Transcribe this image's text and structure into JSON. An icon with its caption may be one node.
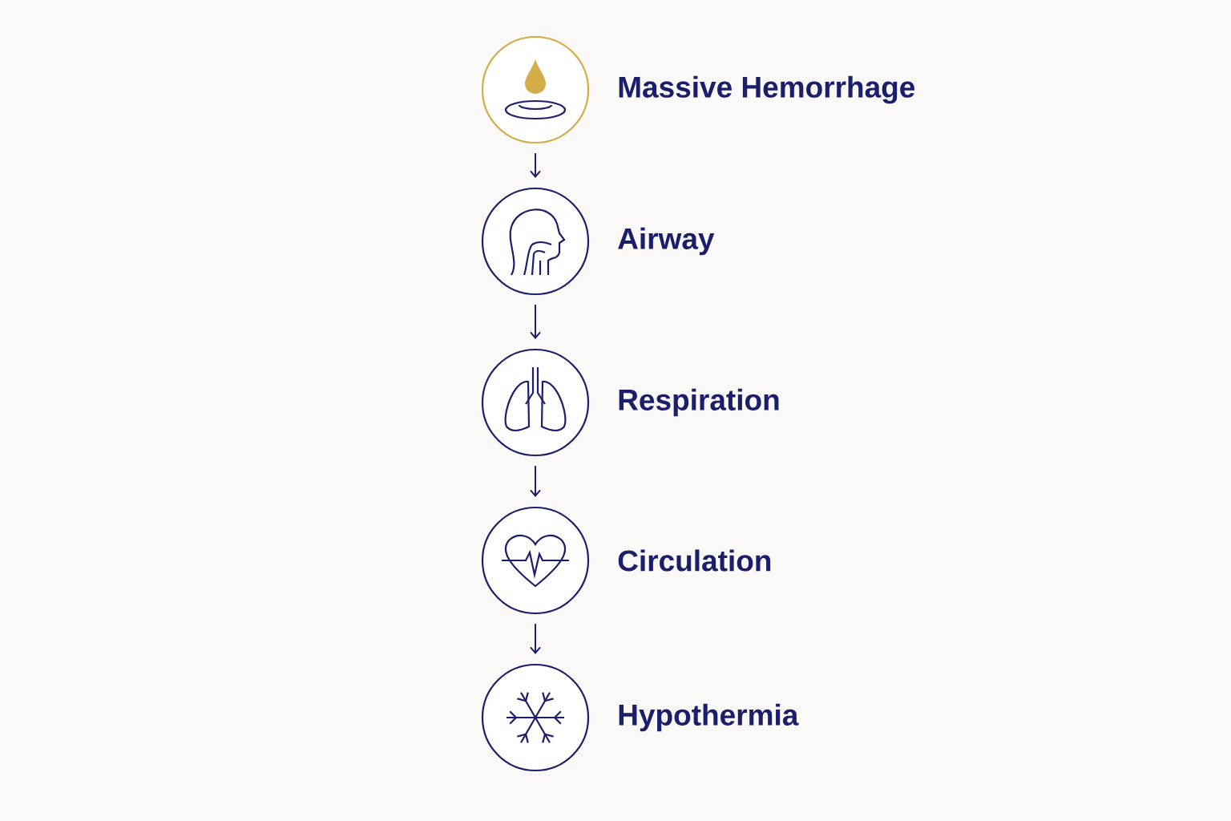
{
  "diagram": {
    "nodes": [
      {
        "text": [
          "Massive Hemorrhage"
        ]
      },
      {
        "text": [
          "Airway"
        ]
      },
      {
        "text": [
          "Respiration"
        ]
      },
      {
        "text": [
          "Circulation"
        ]
      },
      {
        "text": [
          "Hypothermia"
        ]
      }
    ],
    "edges": [
      {
        "from": 0,
        "to": 1,
        "arrow": "to"
      },
      {
        "from": 1,
        "to": 2,
        "arrow": "to"
      },
      {
        "from": 2,
        "to": 3,
        "arrow": "to"
      },
      {
        "from": 3,
        "to": 4,
        "arrow": "to"
      }
    ]
  }
}
